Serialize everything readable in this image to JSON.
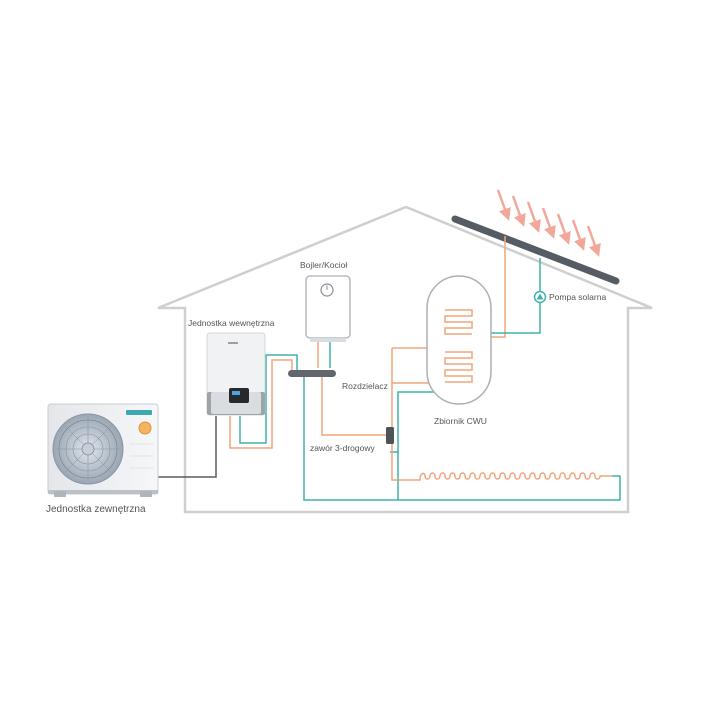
{
  "labels": {
    "boiler": "Bojler/Kocioł",
    "indoor_unit": "Jednostka wewnętrzna",
    "distributor": "Rozdzielacz",
    "tank": "Zbiornik CWU",
    "solar_pump": "Pompa solarna",
    "valve": "zawór 3-drogowy",
    "outdoor_unit": "Jednostka zewnętrzna"
  },
  "colors": {
    "house_outline": "#cfcfcf",
    "hot_pipe": "#f0a57c",
    "cold_pipe": "#3fb2ad",
    "sun_arrows": "#f2a79b",
    "solar_panel": "#555c63",
    "power_cable": "#5a5a5a",
    "label_text": "#555555"
  }
}
